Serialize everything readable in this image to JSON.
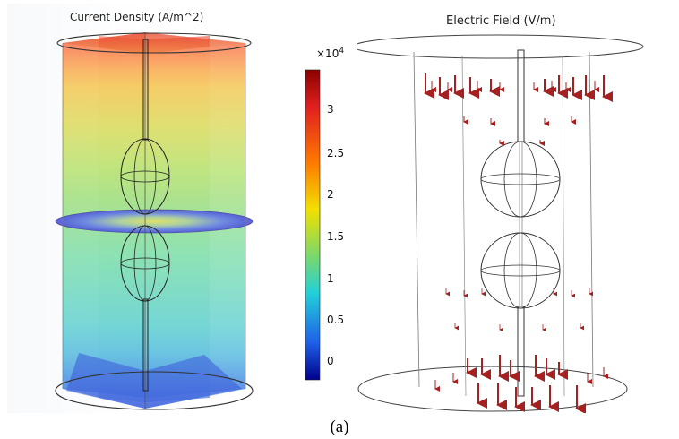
{
  "left": {
    "title": "Current Density (A/m^2)",
    "colorbar": {
      "multiplier_base": "×10",
      "multiplier_exp": "4",
      "ticks": [
        "3",
        "2.5",
        "2",
        "1.5",
        "1",
        "0.5",
        "0"
      ],
      "colormap": "rainbow",
      "colors": [
        "#8b0000",
        "#e02020",
        "#ff7a00",
        "#f2e000",
        "#7bd86a",
        "#22d0d8",
        "#1e60e8",
        "#00008b"
      ]
    }
  },
  "right": {
    "title": "Electric Field (V/m)",
    "arrow_color": "#a52020"
  },
  "caption": "(a)"
}
